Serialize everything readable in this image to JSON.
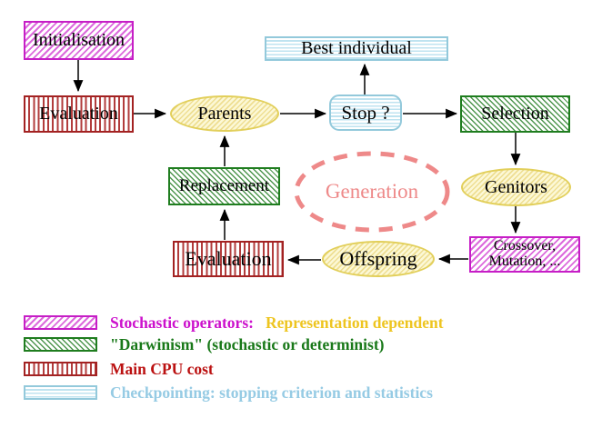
{
  "nodes": {
    "initialisation": "Initialisation",
    "evaluation_top": "Evaluation",
    "parents": "Parents",
    "best_individual": "Best individual",
    "stop": "Stop ?",
    "selection": "Selection",
    "replacement": "Replacement",
    "generation": "Generation",
    "genitors": "Genitors",
    "evaluation_bottom": "Evaluation",
    "offspring": "Offspring",
    "crossover_line1": "Crossover,",
    "crossover_line2": "Mutation, ..."
  },
  "legend": {
    "items": [
      {
        "swatch": "magenta-diagonal-hatch",
        "label": "Stochastic operators:",
        "label2": "Representation dependent"
      },
      {
        "swatch": "green-diagonal-hatch",
        "label": "\"Darwinism\" (stochastic or determinist)"
      },
      {
        "swatch": "red-vertical-stripes",
        "label": "Main CPU cost"
      },
      {
        "swatch": "cyan-horizontal-stripes",
        "label": "Checkpointing: stopping criterion and statistics"
      }
    ]
  },
  "colors": {
    "magenta_border": "#c61ec6",
    "green_border": "#1f7d1f",
    "red_border": "#a32222",
    "cyan_border": "#93c9db",
    "yellow_border": "#e2cf5a",
    "salmon": "#ee8989",
    "legend_magenta_text": "#cc11cc",
    "legend_gold_text": "#eec520",
    "legend_green_text": "#187818",
    "legend_red_text": "#bb1111",
    "legend_cyan_text": "#96cbe4",
    "arrow": "#000000"
  }
}
